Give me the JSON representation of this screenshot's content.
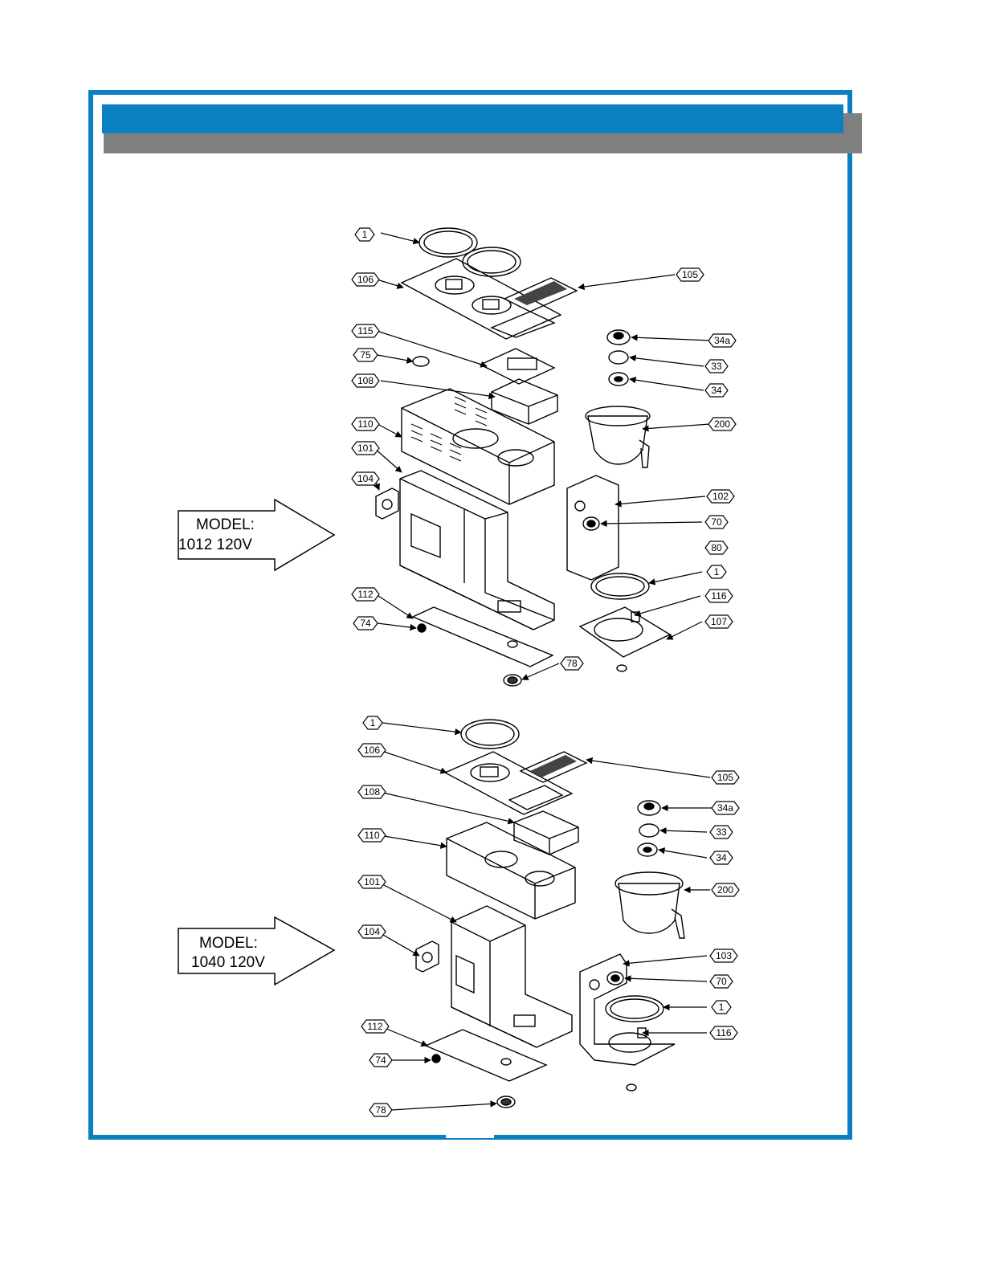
{
  "colors": {
    "frame": "#0a7fc2",
    "banner": "#0a7fc2",
    "banner_shadow": "#7f7f7f"
  },
  "models": {
    "top": {
      "line1": "MODEL:",
      "line2": "1012 120V"
    },
    "bottom": {
      "line1": "MODEL:",
      "line2": "1040 120V"
    }
  },
  "callouts": {
    "top": {
      "c1a": "1",
      "c106": "106",
      "c105": "105",
      "c115": "115",
      "c34a": "34a",
      "c75": "75",
      "c33": "33",
      "c108": "108",
      "c34": "34",
      "c110": "110",
      "c200": "200",
      "c101": "101",
      "c104": "104",
      "c102": "102",
      "c70": "70",
      "c80": "80",
      "c1b": "1",
      "c112": "112",
      "c116": "116",
      "c74": "74",
      "c107": "107",
      "c78": "78"
    },
    "bottom": {
      "c1a": "1",
      "c106": "106",
      "c105": "105",
      "c108": "108",
      "c34a": "34a",
      "c33": "33",
      "c110": "110",
      "c34": "34",
      "c200": "200",
      "c101": "101",
      "c104": "104",
      "c103": "103",
      "c70": "70",
      "c1b": "1",
      "c112": "112",
      "c116": "116",
      "c74": "74",
      "c78": "78"
    }
  }
}
